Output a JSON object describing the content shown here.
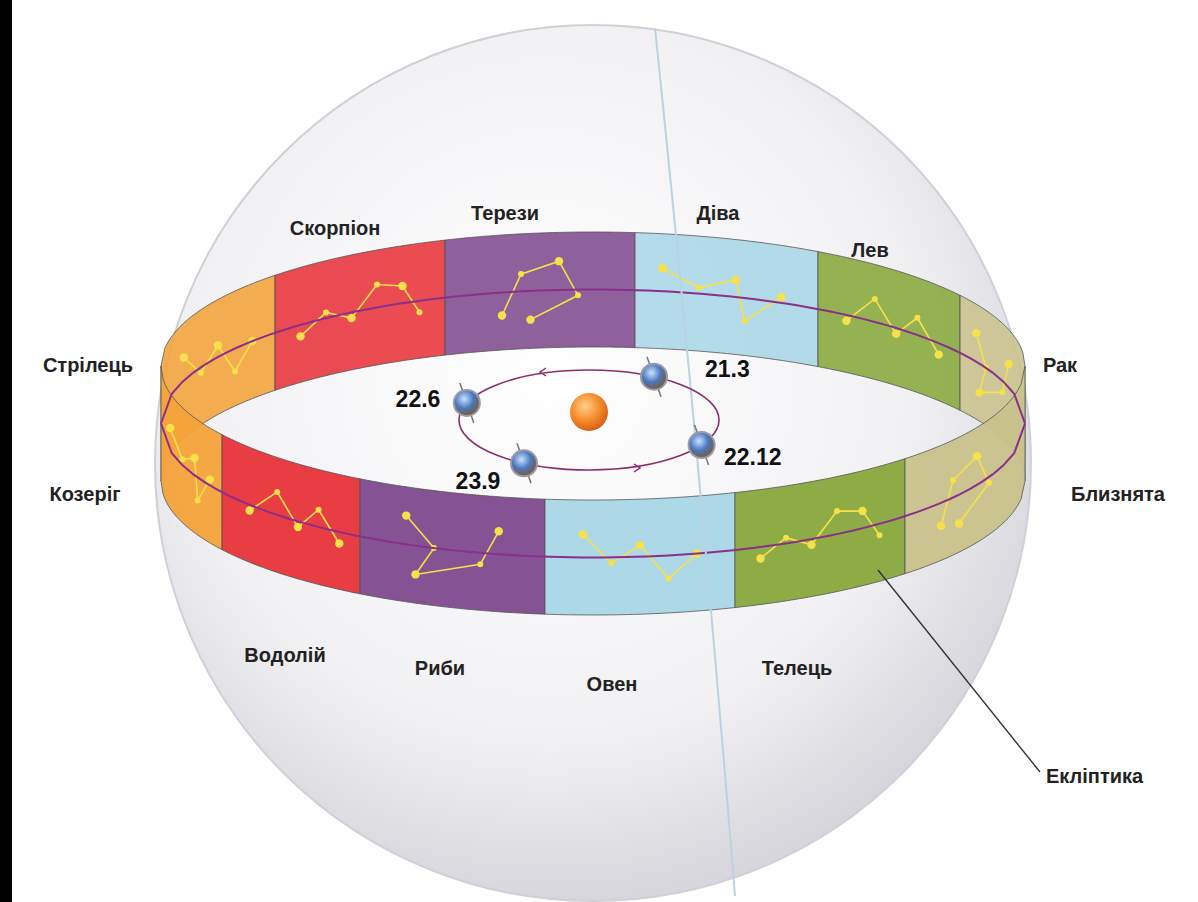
{
  "diagram": {
    "labels": [
      "Скорпіон",
      "Терези",
      "Діва",
      "Лев",
      "Стрілець",
      "Рак",
      "22.6",
      "21.3",
      "22.12",
      "23.9",
      "Козеріг",
      "Близнята",
      "Водолій",
      "Риби",
      "Овен",
      "Телець",
      "Екліптика"
    ]
  }
}
